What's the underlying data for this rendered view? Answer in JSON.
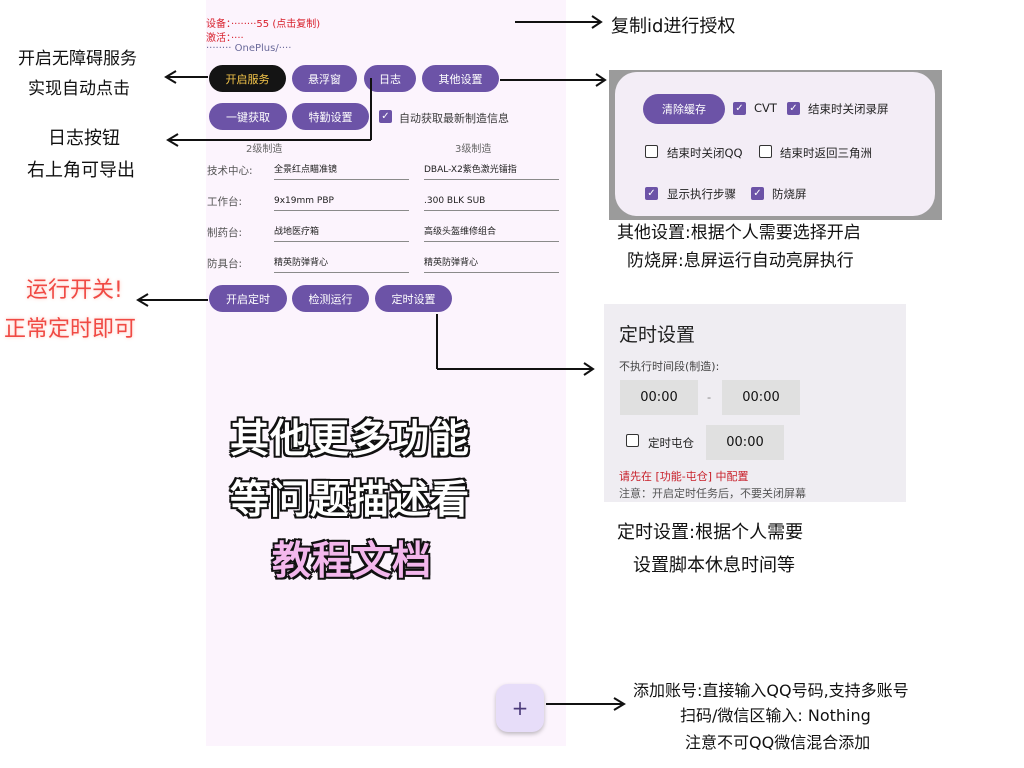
{
  "device": {
    "line1": "设备：········55 (点击复制)",
    "line2": "激活：····",
    "line3": "········ OnePlus/····"
  },
  "buttons": {
    "start_service": "开启服务",
    "float_window": "悬浮窗",
    "log": "日志",
    "other_settings": "其他设置",
    "one_click_get": "一键获取",
    "special_settings": "特勤设置",
    "auto_fetch_label": "自动获取最新制造信息",
    "start_timer": "开启定时",
    "detect_run": "检测运行",
    "timer_settings": "定时设置"
  },
  "levels": {
    "level2": "2级制造",
    "level3": "3级制造"
  },
  "rows": [
    {
      "label": "技术中心:",
      "v2": "全景红点瞄准镜",
      "v3": "DBAL-X2紫色激光镭指"
    },
    {
      "label": "工作台:",
      "v2": "9x19mm PBP",
      "v3": ".300 BLK SUB"
    },
    {
      "label": "制药台:",
      "v2": "战地医疗箱",
      "v3": "高级头盔维修组合"
    },
    {
      "label": "防具台:",
      "v2": "精英防弹背心",
      "v3": "精英防弹背心"
    }
  ],
  "annotations": {
    "copy_id": "复制id进行授权",
    "service_1": "开启无障碍服务",
    "service_2": "实现自动点击",
    "log_1": "日志按钮",
    "log_2": "右上角可导出",
    "other_1": "其他设置:根据个人需要选择开启",
    "other_2": "防烧屏:息屏运行自动亮屏执行",
    "run_1": "运行开关!",
    "run_2": "正常定时即可",
    "timer_1": "定时设置:根据个人需要",
    "timer_2": "设置脚本休息时间等",
    "add_1": "添加账号:直接输入QQ号码,支持多账号",
    "add_2": "扫码/微信区输入: Nothing",
    "add_3": "注意不可QQ微信混合添加"
  },
  "overlay": {
    "line1": "其他更多功能",
    "line2": "等问题描述看",
    "line3": "教程文档"
  },
  "other_panel": {
    "clear_cache": "清除缓存",
    "cvt": "CVT",
    "stop_record": "结束时关闭录屏",
    "close_qq": "结束时关闭QQ",
    "return_delta": "结束时返回三角洲",
    "show_steps": "显示执行步骤",
    "burn_protect": "防烧屏"
  },
  "timer_panel": {
    "title": "定时设置",
    "no_exec_label": "不执行时间段(制造):",
    "start_time": "00:00",
    "dash": "-",
    "end_time": "00:00",
    "stock_label": "定时屯仓",
    "stock_time": "00:00",
    "config_hint": "请先在 [功能-屯仓] 中配置",
    "note": "注意：开启定时任务后，不要关闭屏幕"
  },
  "fab": {
    "icon": "plus-icon",
    "glyph": "+"
  },
  "colors": {
    "accent": "#6c53a7",
    "warning": "#d8202c",
    "overlay_pink": "#f3b7ec"
  }
}
